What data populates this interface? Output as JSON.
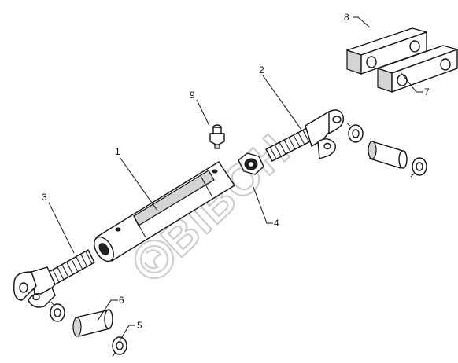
{
  "diagram": {
    "callouts": [
      "1",
      "2",
      "3",
      "4",
      "5",
      "6",
      "7",
      "8",
      "9"
    ],
    "parts": [
      {
        "ref": "1",
        "part": "tube-body"
      },
      {
        "ref": "2",
        "part": "threaded-clevis-end"
      },
      {
        "ref": "3",
        "part": "threaded-clevis-end"
      },
      {
        "ref": "4",
        "part": "hex-nut"
      },
      {
        "ref": "5",
        "part": "spring-clip"
      },
      {
        "ref": "6",
        "part": "pin"
      },
      {
        "ref": "7",
        "part": "spacer-plate"
      },
      {
        "ref": "8",
        "part": "spacer-plate"
      },
      {
        "ref": "9",
        "part": "grease-nipple"
      }
    ],
    "watermark": {
      "text": "BIBOH",
      "icon": "brand-logo-icon",
      "color": "#c8c8c8"
    },
    "colors": {
      "line": "#111111",
      "shade": "#d4d4d4",
      "background": "#ffffff"
    }
  }
}
